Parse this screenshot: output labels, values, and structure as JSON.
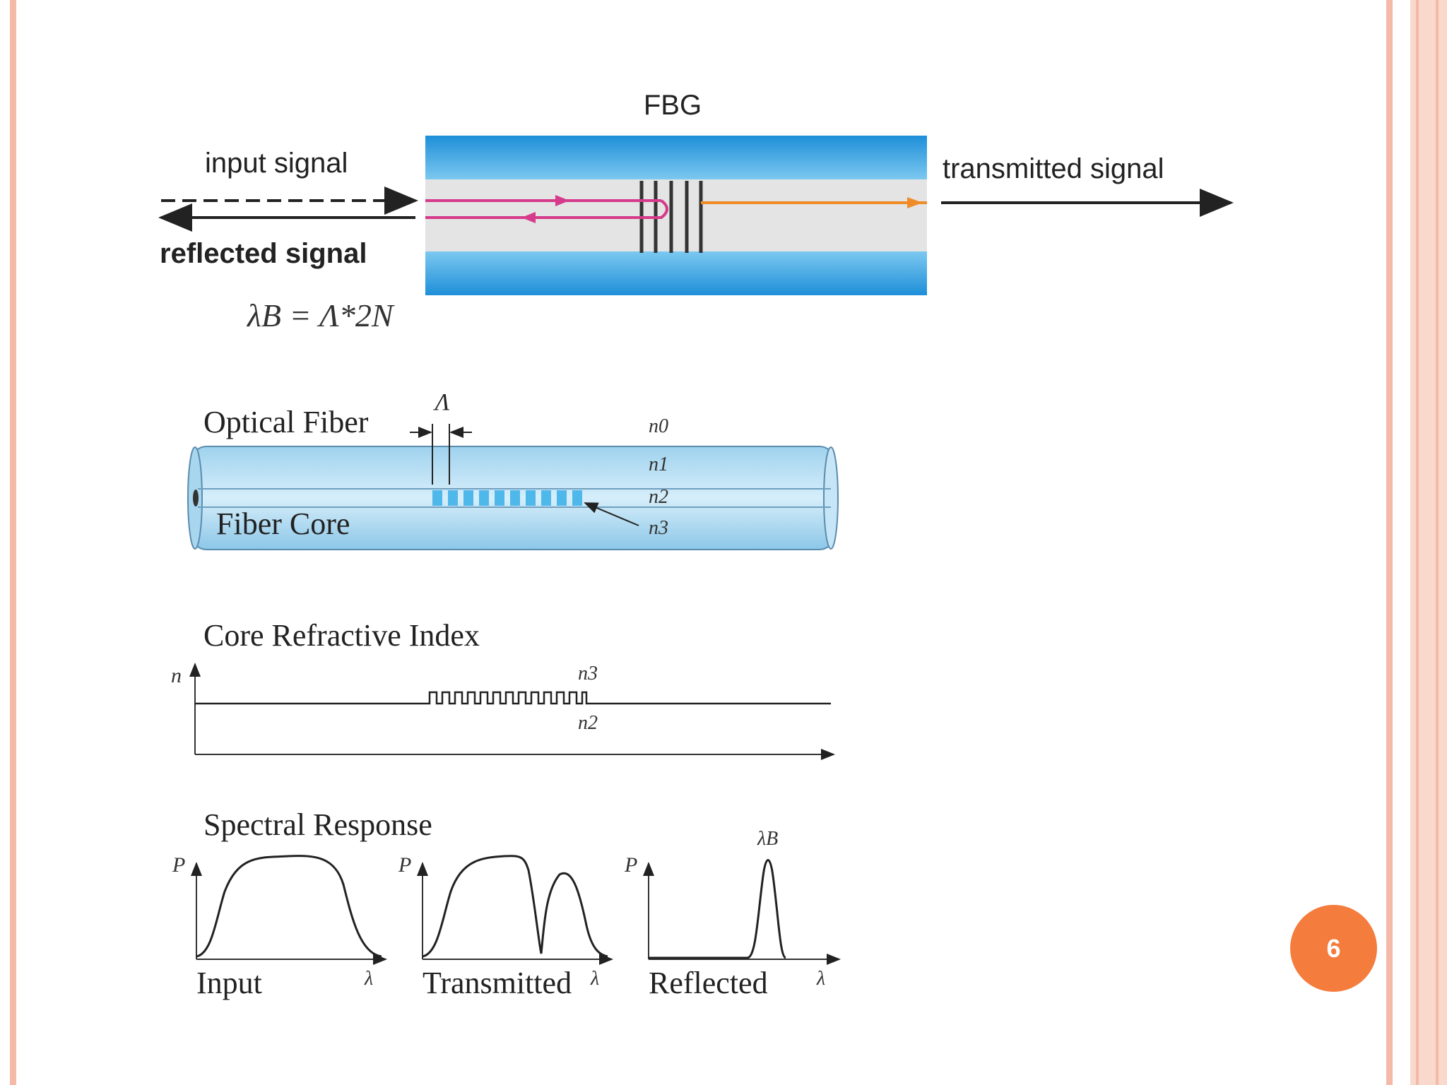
{
  "colors": {
    "frame": "#f4b9a7",
    "frame_light": "#f9d9cc",
    "badge": "#f47c3c",
    "cladding": "#2a9fe0",
    "core": "#e6e6e6",
    "input_ray": "#d63a8a",
    "transmitted_ray": "#f08c28",
    "fiber_body": "#b9def2",
    "grating": "#4fb8ea"
  },
  "fbg": {
    "title": "FBG",
    "input_label": "input signal",
    "reflected_label": "reflected signal",
    "transmitted_label": "transmitted signal",
    "bragg_equation": "λB = Λ*2N"
  },
  "fiber": {
    "title": "Optical Fiber",
    "core_label": "Fiber Core",
    "period_label": "Λ",
    "index_labels": [
      "n0",
      "n1",
      "n2",
      "n3"
    ]
  },
  "refractive_index": {
    "title": "Core Refractive Index",
    "y_axis_label": "n",
    "upper_label": "n3",
    "lower_label": "n2"
  },
  "spectral": {
    "title": "Spectral Response",
    "panels": [
      {
        "label": "Input",
        "y_axis": "P",
        "x_axis": "λ"
      },
      {
        "label": "Transmitted",
        "y_axis": "P",
        "x_axis": "λ"
      },
      {
        "label": "Reflected",
        "y_axis": "P",
        "x_axis": "λ",
        "peak_label": "λB"
      }
    ]
  },
  "page_number": "6"
}
